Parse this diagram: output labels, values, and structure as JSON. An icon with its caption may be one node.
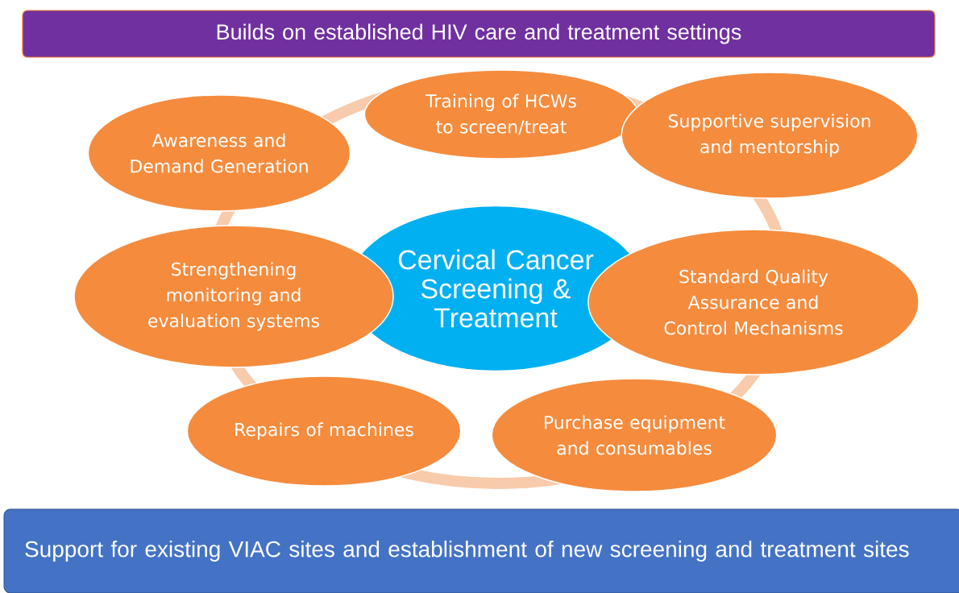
{
  "diagram": {
    "nodes": [
      {
        "text": [
          "Builds on established HIV care and treatment settings"
        ]
      },
      {
        "text": [
          "Cervical Cancer Screening & Treatment"
        ]
      },
      {
        "text": [
          "Training of HCWs to screen/treat"
        ]
      },
      {
        "text": [
          "Supportive supervision and mentorship"
        ]
      },
      {
        "text": [
          "Awareness and Demand Generation"
        ]
      },
      {
        "text": [
          "Strengthening monitoring and evaluation systems"
        ]
      },
      {
        "text": [
          "Standard Quality Assurance and Control Mechanisms"
        ]
      },
      {
        "text": [
          "Repairs of machines"
        ]
      },
      {
        "text": [
          "Purchase equipment and consumables"
        ]
      },
      {
        "text": [
          "Support for existing VIAC sites and establishment of new screening and treatment sites"
        ]
      }
    ]
  }
}
